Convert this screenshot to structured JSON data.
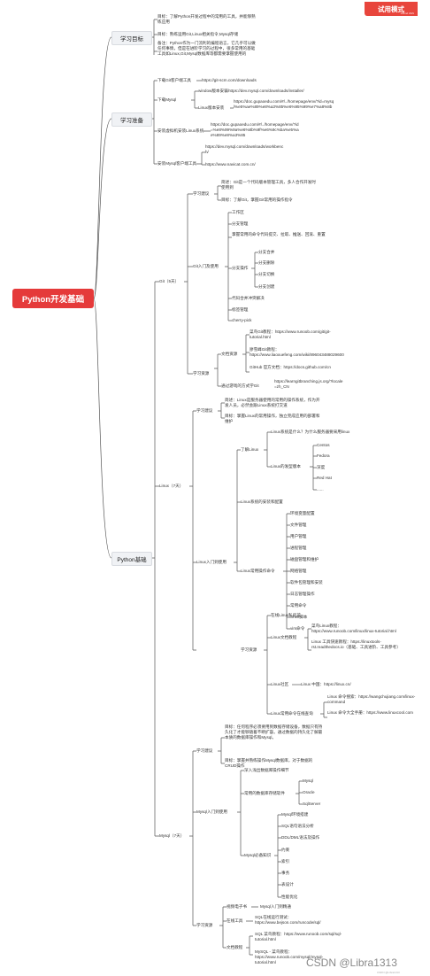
{
  "badge": {
    "label": "试用模式",
    "sub": "XMind ZEN"
  },
  "root": "Python开发基础",
  "l1": {
    "goal": "学习目标",
    "prep": "学习准备",
    "base": "Python基础"
  },
  "goal": {
    "a": "目标：了解Python开发过程中的常用的工具，并能够熟练应用",
    "b": "目标：熟练运用Git,Linux相关指令,Mysql存储",
    "c": "备注：Python作为一门流利的编程语言，它几乎可以做任何事情，但是在进阶学习的过程中，很多常用的基础工具如Linux,Git,Mysql数据库等都需要掌握使用的"
  },
  "prep": {
    "git": "下载Git客户端工具",
    "git_url": "https://git-scm.com/downloads",
    "mysql": "下载Mysql",
    "win": "window版本安装",
    "win_url": "https://dev.mysql.com/downloads/installer/",
    "lin": "Linux版本安装",
    "lin_url": "https://doc.gupaoedu.com/#/../homepage/env/?id=mysql%e5%ae%89%e8%a3%85%e6%95%99%e7%a8%8b",
    "vm": "安装虚拟机安装Linux系统",
    "vm_url": "https://doc.gupaoedu.com/#/../homepage/env/?id=%e8%99%9a%e6%8b%9f%e6%9c%ba%e5%ae%89%e8%a3%85",
    "cli": "安装Mysql客户端工具",
    "cli_u1": "https://dev.mysql.com/downloads/workbench/",
    "cli_u2": "https://www.navicat.com.cn/"
  },
  "git": {
    "title": "Git（5天）",
    "suggest": "学习建议",
    "s1": "简述：Git是一个代码版本管理工具，多人合作开发时使用到",
    "s2": "目标：了解Git，掌握Git常用的操作指令",
    "basic": "Git入门及使用",
    "items": [
      "工作区",
      "分支管理",
      "掌握常用的命令代码提交、拉取、推送、回滚、重置",
      "分支操作",
      "代码合并冲突解决",
      "标签管理",
      "cherry-pick"
    ],
    "branch": [
      "分支合并",
      "分支删除",
      "分支切换",
      "分支创建"
    ],
    "res": "学习资源",
    "doc": "文档资源",
    "d1": "菜鸟Git教程：https://www.runoob.com/git/git-tutorial.html",
    "d2": "廖雪峰Git教程：https://www.liaoxuefeng.com/wiki/896043488029600",
    "d3": "GitHub 官方文档：https://docs.github.com/cn",
    "game": "通过游戏的方式学Git",
    "game_url": "https://learngitbranching.js.org/?locale=zh_CN"
  },
  "linux": {
    "title": "Linux（7天）",
    "suggest": "学习建议",
    "s1": "简述：Linux是服务器使用的常用的操作系统，作为开发人员，必然会跟Linux系统打交道",
    "s2": "目标：掌握Linux的常用操作，独立完成应用的部署和维护",
    "start": "Linux入门到使用",
    "know": "了解Linux",
    "what": "Linux系统是什么？为什么服务器要采用linux",
    "dist": "Linux的发型版本",
    "dists": [
      "Centos",
      "Fedora",
      "深度",
      "Red Hat",
      "......"
    ],
    "install": "Linux系统的安装和配置",
    "cmd": "Linux常用操作命令",
    "cmds": [
      "环境变量配置",
      "文件管理",
      "用户管理",
      "进程管理",
      "磁盘管理和维护",
      "网络管理",
      "软件包管理和安装",
      "日志管理操作",
      "常用命令",
      "Shell脚本",
      "vim命令"
    ],
    "res": "学习资源",
    "ask": "在线Linux私房菜",
    "docres": "Linux文档教程",
    "r1": "菜鸟Linux教程：https://www.runoob.com/linux/linux-tutorial.html",
    "r2": "Linux 工具快速教程：https://linuxtools-rst.readthedocs.io（基础、工具进阶、工具参考）",
    "comm": "Linux社区",
    "comm_v": "Linux 中国：https://linux.cn/",
    "query": "Linux常用命令在线查询",
    "q1": "Linux 命令搜索：https://wangchujiang.com/linux-command",
    "q2": "Linux 命令大全手册：https://www.linuxcool.com"
  },
  "mysql": {
    "title": "Mysql（7天）",
    "suggest": "学习建议",
    "s1": "目标：任何程序必须要用到数据存储设备，数据只有持久化了才能够随着不断扩容。通过数据的持久化了解最本质的数据库操作和Mysql。",
    "s2": "目标：掌握并熟练操作Mysql数据库，对于数据的CRUD操作",
    "start": "Mysql入门到使用",
    "intro": "深入浅出数据库操作细节",
    "types": "常用的数据库存储软件",
    "typelist": [
      "Mysql",
      "Oracle",
      "SqlServer"
    ],
    "must": "Mysql必备知识",
    "mustlist": [
      "Mysql环境搭建",
      "SQL语句语法分析",
      "DDL/DML语法及操作",
      "约束",
      "索引",
      "事务",
      "表设计",
      "性能优化"
    ],
    "res": "学习资源",
    "video": "视频电子书",
    "video_v": "Mysql入门到精通",
    "online": "在线工具",
    "online_v": "SQL在线运行测试：https://www.bejson.com/runcode/sql/",
    "docs": "文档教程",
    "doc1": "SQL 菜鸟教程：https://www.runoob.com/sql/sql-tutorial.html",
    "doc2": "MySQL - 菜鸟教程：https://www.runoob.com/mysql/mysql-tutorial.html"
  },
  "watermark": "CSDN @Libra1313",
  "watermark_sub": "CSDN @Libra1313"
}
